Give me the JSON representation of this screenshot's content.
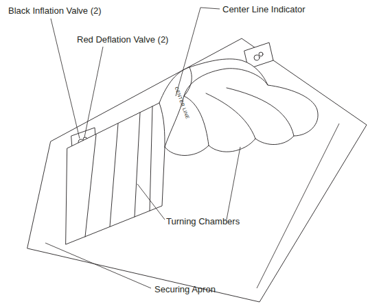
{
  "diagram": {
    "labels": [
      "Black Inflation Valve (2)",
      "Red Deflation Valve (2)",
      "Center Line Indicator",
      "CENTER LINE",
      "Turning Chambers",
      "Securing Apron"
    ]
  }
}
